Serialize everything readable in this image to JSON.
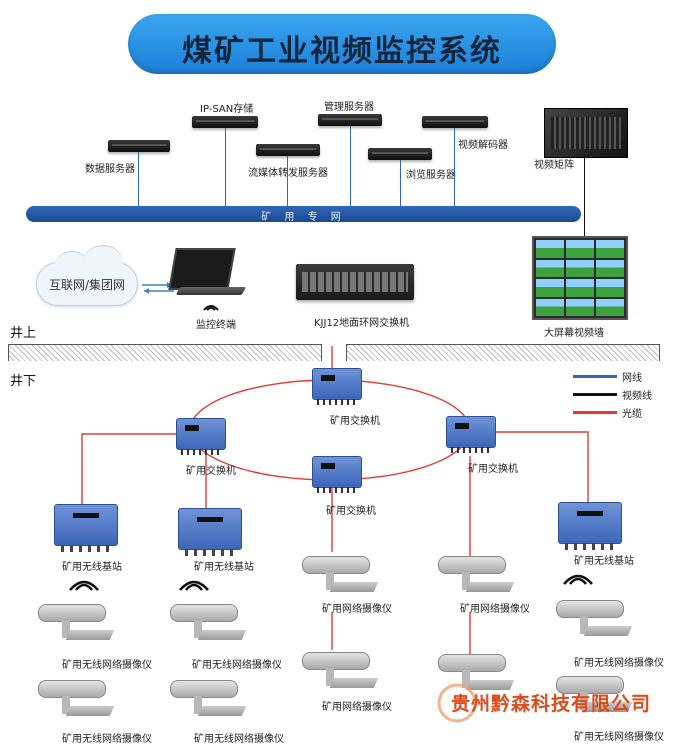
{
  "title": "煤矿工业视频监控系统",
  "servers": {
    "data": "数据服务器",
    "ipsan": "IP-SAN存储",
    "stream": "流媒体转发服务器",
    "manage": "管理服务器",
    "browse": "浏览服务器",
    "decoder": "视频解码器",
    "matrix": "视频矩阵"
  },
  "bus_label": "矿 用 专 网",
  "surface": {
    "internet": "互联网/集团网",
    "terminal": "监控终端",
    "ring_switch": "KJJ12地面环网交换机",
    "video_wall": "大屏幕视频墙",
    "above_ground": "井上",
    "below_ground": "井下"
  },
  "underground": {
    "switch_label": "矿用交换机",
    "base_station_label": "矿用无线基站",
    "network_camera_label": "矿用网络摄像仪",
    "wireless_camera_label": "矿用无线网络摄像仪"
  },
  "legend": {
    "items": [
      {
        "label": "网线",
        "color": "#2f68b8"
      },
      {
        "label": "视频线",
        "color": "#111111"
      },
      {
        "label": "光缆",
        "color": "#e53935"
      }
    ]
  },
  "watermark": "贵州黔森科技有限公司",
  "colors": {
    "fiber": "#e53935",
    "network": "#2f68b8",
    "bus": "#2f68b8"
  }
}
